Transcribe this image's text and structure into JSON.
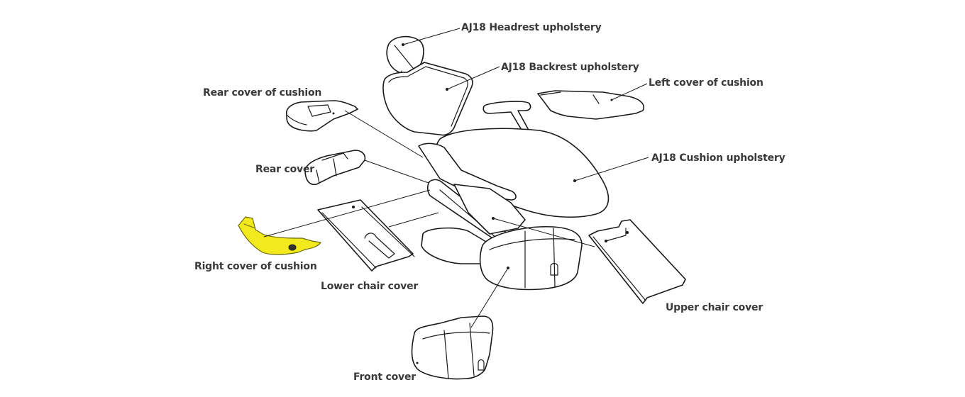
{
  "diagram": {
    "title": "AJ18 dental chair cover parts",
    "highlight_color": "#f2ea1c",
    "highlighted_part": "Right cover of cushion",
    "labels": {
      "headrest": "AJ18 Headrest upholstery",
      "backrest": "AJ18 Backrest upholstery",
      "left_cover_cushion": "Left cover of cushion",
      "rear_cover_cushion": "Rear cover of cushion",
      "cushion": "AJ18 Cushion upholstery",
      "rear_cover": "Rear cover",
      "right_cover_cushion": "Right cover of cushion",
      "lower_chair_cover": "Lower chair cover",
      "upper_chair_cover": "Upper chair cover",
      "front_cover": "Front cover"
    }
  }
}
